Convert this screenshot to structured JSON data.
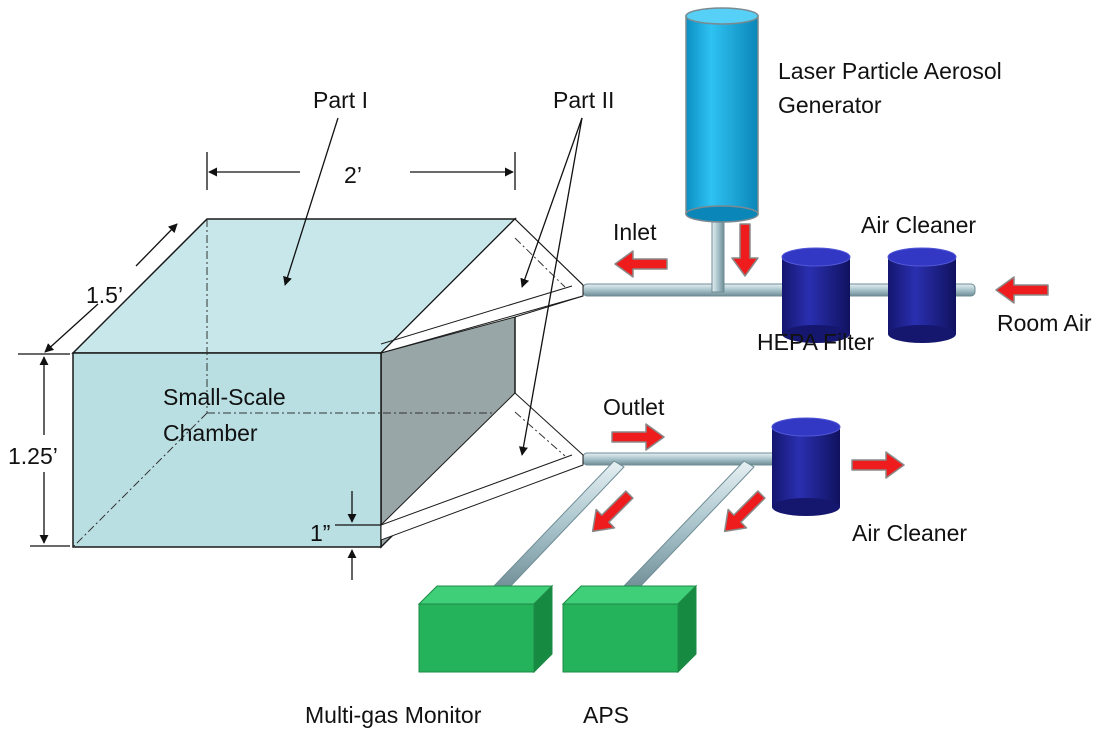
{
  "labels": {
    "part1": "Part I",
    "part2": "Part II",
    "width": "2’",
    "depth": "1.5’",
    "height": "1.25’",
    "gap": "1”",
    "chamber_line1": "Small-Scale",
    "chamber_line2": "Chamber",
    "inlet": "Inlet",
    "outlet": "Outlet",
    "generator_line1": "Laser Particle Aerosol",
    "generator_line2": "Generator",
    "air_cleaner_top": "Air Cleaner",
    "hepa_filter": "HEPA Filter",
    "room_air": "Room Air",
    "air_cleaner_bottom": "Air Cleaner",
    "multigas_monitor": "Multi-gas Monitor",
    "aps": "APS"
  },
  "colors": {
    "chamber_front": "#b9dfe3",
    "chamber_top": "#c7e7ea",
    "chamber_side": "#98a6a8",
    "generator": "#12aee8",
    "filter": "#1c1f95",
    "monitor": "#24b35a",
    "flow_arrow": "#ee1c1c",
    "pipe": "#a8c3cb"
  }
}
